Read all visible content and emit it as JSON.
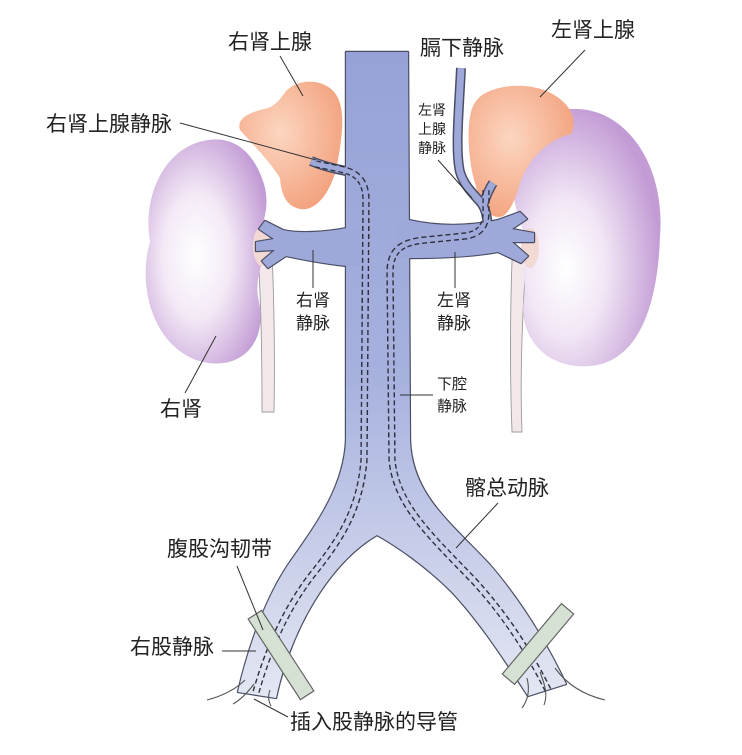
{
  "labels": {
    "right_adrenal_gland": "右肾上腺",
    "inferior_phrenic_vein": "膈下静脉",
    "left_adrenal_gland": "左肾上腺",
    "right_adrenal_vein": "右肾上腺静脉",
    "left_adrenal_vein": [
      "左肾",
      "上腺",
      "静脉"
    ],
    "right_renal_vein": [
      "右肾",
      "静脉"
    ],
    "left_renal_vein": [
      "左肾",
      "静脉"
    ],
    "inferior_vena_cava": [
      "下腔",
      "静脉"
    ],
    "right_kidney": "右肾",
    "common_iliac_artery": "髂总动脉",
    "inguinal_ligament": "腹股沟韧带",
    "right_femoral_vein": "右股静脉",
    "catheter": "插入股静脉的导管"
  },
  "colors": {
    "vein": "#96a2d6",
    "vein_light": "#e4e7f3",
    "kidney": "#c39cd5",
    "adrenal": "#f29e79",
    "ligament": "#d5e2d3"
  }
}
